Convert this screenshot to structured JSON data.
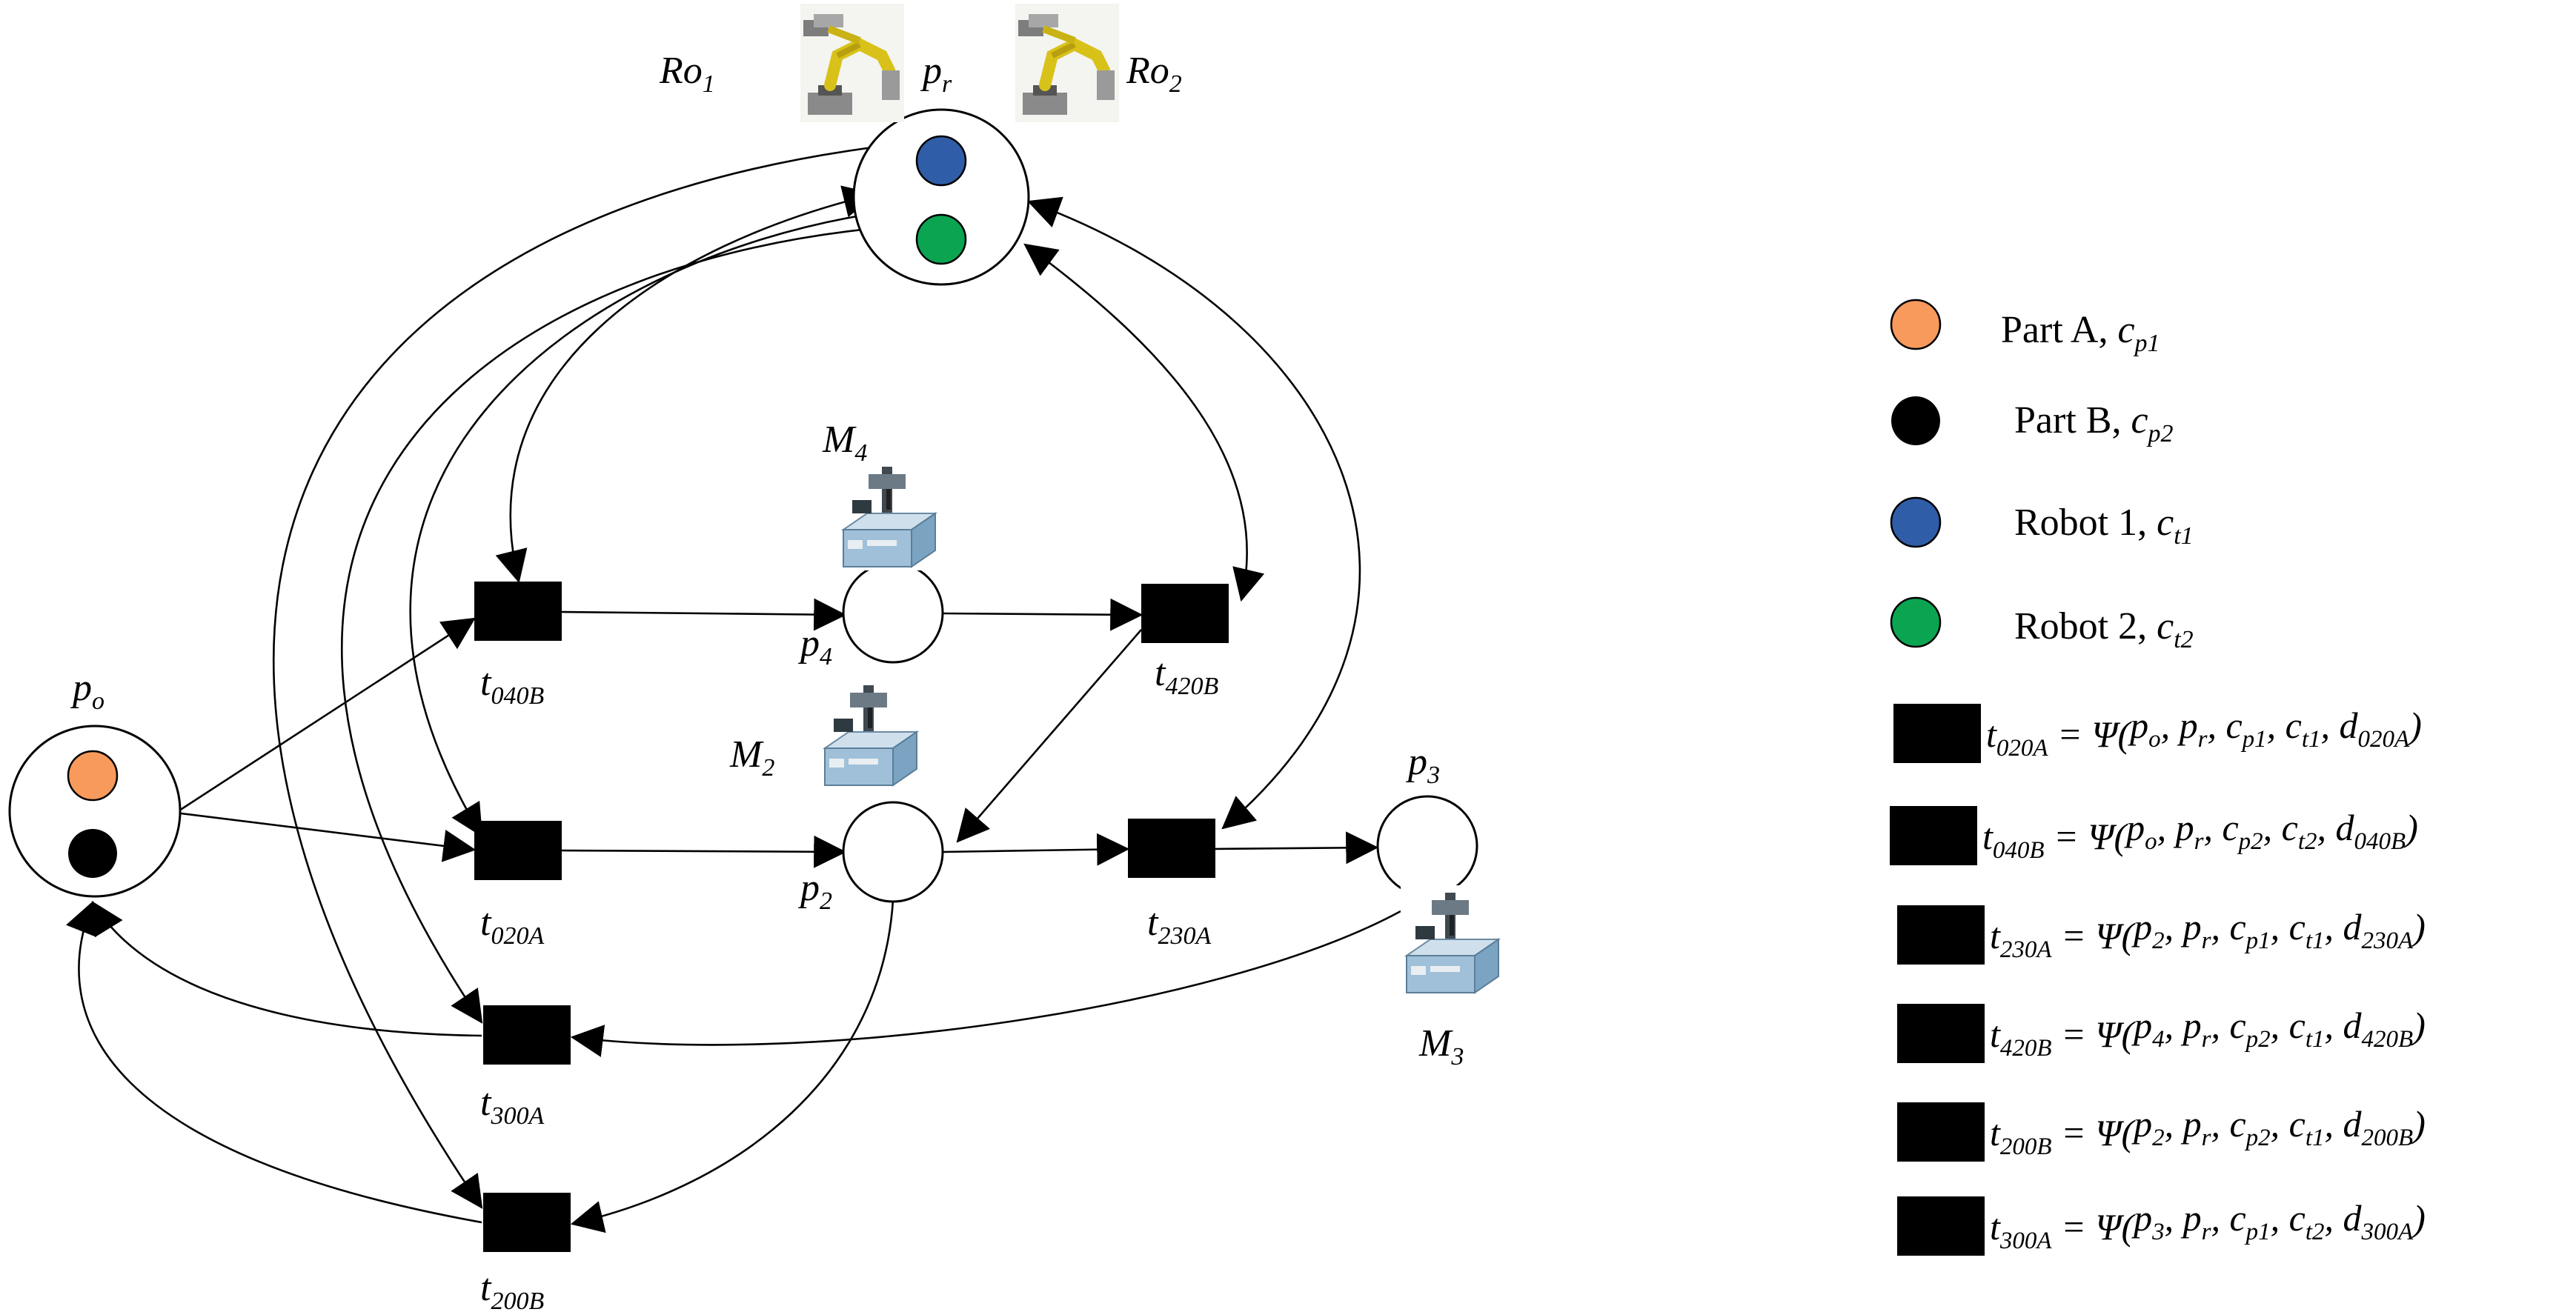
{
  "places": {
    "po": {
      "name": "p",
      "sub": "o"
    },
    "pr": {
      "name": "p",
      "sub": "r"
    },
    "p4": {
      "name": "p",
      "sub": "4"
    },
    "p2": {
      "name": "p",
      "sub": "2"
    },
    "p3": {
      "name": "p",
      "sub": "3"
    }
  },
  "transitions": {
    "t040B": {
      "name": "t",
      "sub": "040B"
    },
    "t420B": {
      "name": "t",
      "sub": "420B"
    },
    "t020A": {
      "name": "t",
      "sub": "020A"
    },
    "t230A": {
      "name": "t",
      "sub": "230A"
    },
    "t300A": {
      "name": "t",
      "sub": "300A"
    },
    "t200B": {
      "name": "t",
      "sub": "200B"
    }
  },
  "resources": {
    "ro1": {
      "name": "Ro",
      "sub": "1",
      "icon": "robot-arm-icon"
    },
    "ro2": {
      "name": "Ro",
      "sub": "2",
      "icon": "robot-arm-icon"
    },
    "m4": {
      "name": "M",
      "sub": "4",
      "icon": "machine-tool-icon"
    },
    "m2": {
      "name": "M",
      "sub": "2",
      "icon": "machine-tool-icon"
    },
    "m3": {
      "name": "M",
      "sub": "3",
      "icon": "machine-tool-icon"
    }
  },
  "token_colors": {
    "part_a": "#F79A5C",
    "part_b": "#000000",
    "robot1": "#2F5DA8",
    "robot2": "#0BA552"
  },
  "legend": {
    "tokens": [
      {
        "label": "Part A, ",
        "c": "c",
        "sub": "p1",
        "color": "#F79A5C"
      },
      {
        "label": "Part B, ",
        "c": "c",
        "sub": "p2",
        "color": "#000000"
      },
      {
        "label": "Robot 1, ",
        "c": "c",
        "sub": "t1",
        "color": "#2F5DA8"
      },
      {
        "label": "Robot 2, ",
        "c": "c",
        "sub": "t2",
        "color": "#0BA552"
      }
    ],
    "equations": [
      {
        "t": "t",
        "tsub": "020A",
        "eq": " = Ψ(",
        "a": "p",
        "asub": "o",
        "b": ", p",
        "bsub": "r",
        "c": ", c",
        "csub": "p1",
        "d": ", c",
        "dsub": "t1",
        "e": ", d",
        "esub": "020A",
        "end": ")"
      },
      {
        "t": "t",
        "tsub": "040B",
        "eq": " = Ψ(",
        "a": "p",
        "asub": "o",
        "b": ", p",
        "bsub": "r",
        "c": ", c",
        "csub": "p2",
        "d": ", c",
        "dsub": "t2",
        "e": ", d",
        "esub": "040B",
        "end": ")"
      },
      {
        "t": "t",
        "tsub": "230A",
        "eq": " = Ψ(",
        "a": "p",
        "asub": "2",
        "b": ", p",
        "bsub": "r",
        "c": ", c",
        "csub": "p1",
        "d": ", c",
        "dsub": "t1",
        "e": ", d",
        "esub": "230A",
        "end": ")"
      },
      {
        "t": "t",
        "tsub": "420B",
        "eq": " = Ψ(",
        "a": "p",
        "asub": "4",
        "b": ", p",
        "bsub": "r",
        "c": ", c",
        "csub": "p2",
        "d": ", c",
        "dsub": "t1",
        "e": ", d",
        "esub": "420B",
        "end": ")"
      },
      {
        "t": "t",
        "tsub": "200B",
        "eq": " = Ψ(",
        "a": "p",
        "asub": "2",
        "b": ", p",
        "bsub": "r",
        "c": ", c",
        "csub": "p2",
        "d": ", c",
        "dsub": "t1",
        "e": ", d",
        "esub": "200B",
        "end": ")"
      },
      {
        "t": "t",
        "tsub": "300A",
        "eq": " = Ψ(",
        "a": "p",
        "asub": "3",
        "b": ", p",
        "bsub": "r",
        "c": ", c",
        "csub": "p1",
        "d": ", c",
        "dsub": "t2",
        "e": ", d",
        "esub": "300A",
        "end": ")"
      }
    ]
  }
}
